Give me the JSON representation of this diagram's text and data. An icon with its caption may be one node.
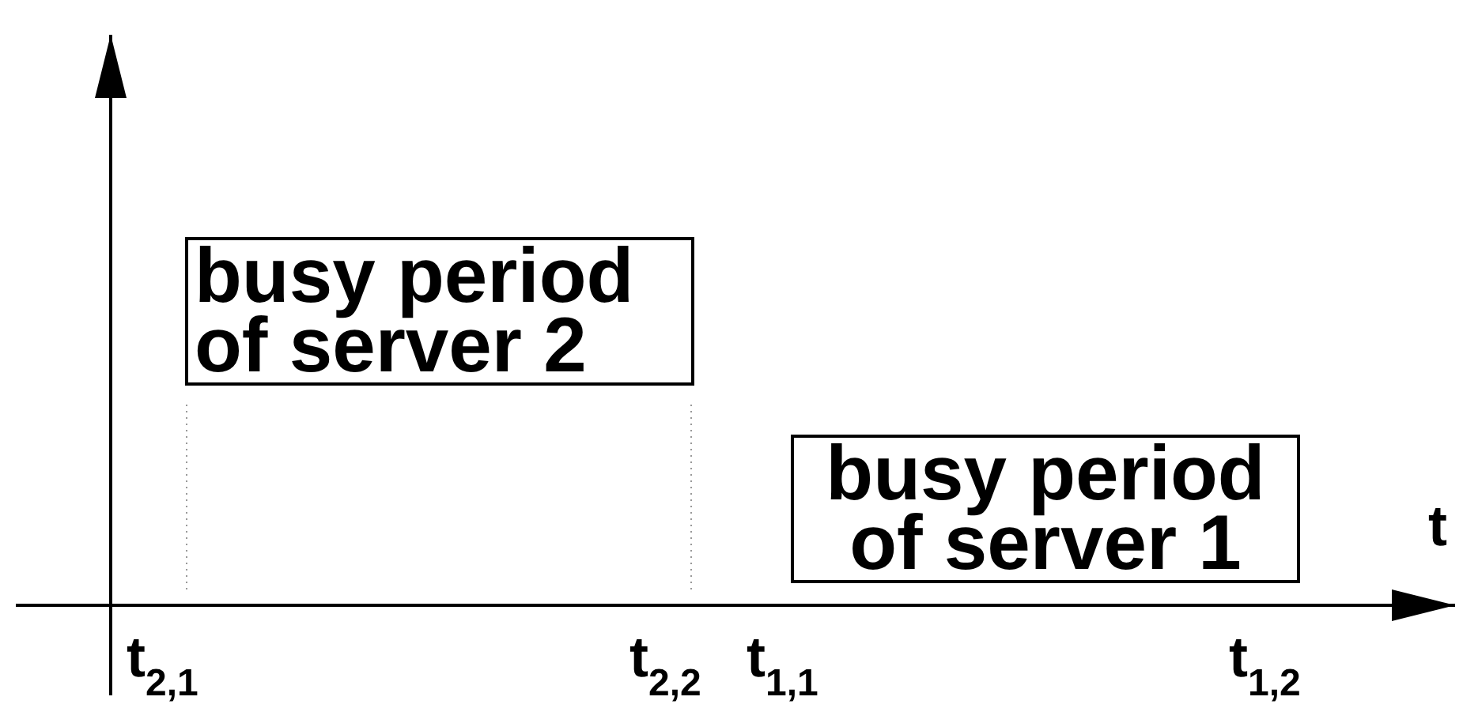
{
  "diagram": {
    "nodes": [
      {
        "text": [
          "busy period of server 2"
        ]
      },
      {
        "text": [
          "busy period of server 1"
        ]
      }
    ],
    "edges": [],
    "labels": [
      "t",
      "t$_{2,1}$",
      "t$_{2,2}$",
      "t$_{1,1}$",
      "t$_{1,2}$"
    ]
  }
}
